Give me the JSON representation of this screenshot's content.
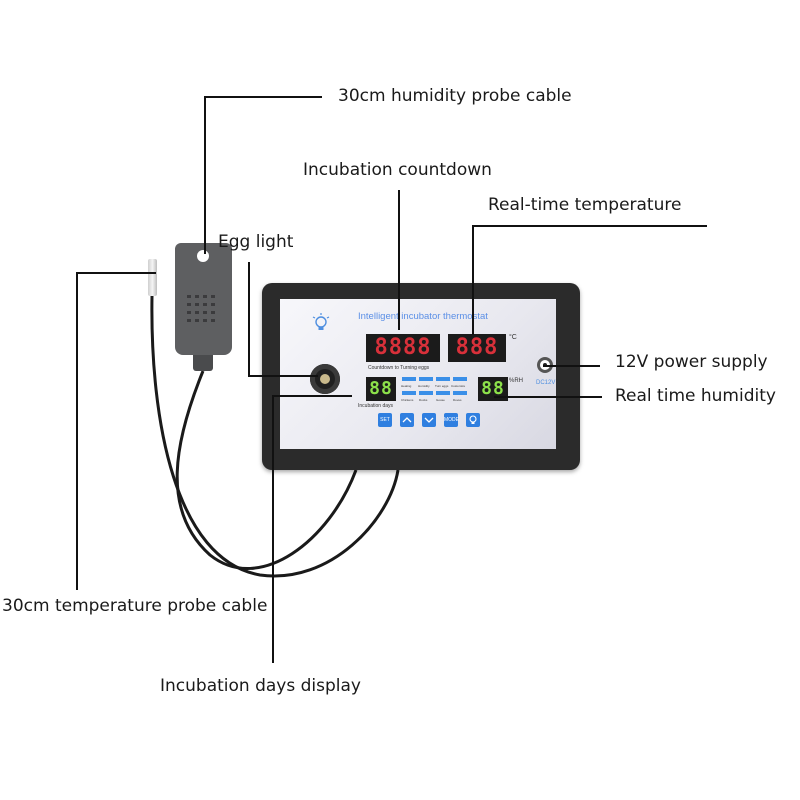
{
  "callouts": {
    "humidity_cable": "30cm humidity probe cable",
    "countdown": "Incubation countdown",
    "real_temp": "Real-time temperature",
    "egg_light": "Egg light",
    "power": "12V power supply",
    "humidity": "Real time humidity",
    "temp_cable": "30cm temperature probe cable",
    "days_display": "Incubation days display"
  },
  "panel": {
    "title": "Intelligent incubator thermostat",
    "countdown_digits": "8888",
    "temp_digits": "888",
    "temp_unit": "°C",
    "days_digits": "88",
    "humidity_digits": "88",
    "humidity_unit": "%RH",
    "countdown_label": "Countdown to Turning eggs",
    "days_label": "Incubation days",
    "power_label": "DC12V",
    "mode_top": [
      "Heating",
      "Humidity",
      "Turn eggs",
      "Customize"
    ],
    "mode_bottom": [
      "Chickens",
      "Ducks",
      "Goose",
      "Doves"
    ],
    "buttons": [
      "SET",
      "",
      "",
      "MODE",
      ""
    ]
  }
}
